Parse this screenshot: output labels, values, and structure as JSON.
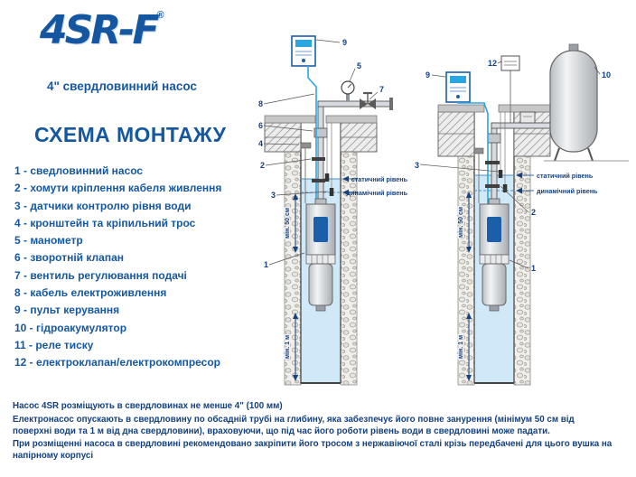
{
  "header": {
    "logo": "4SR-F",
    "logo_reg": "®",
    "subtitle": "4\" свердловинний насос",
    "title": "СХЕМА МОНТАЖУ"
  },
  "legend": [
    "1 - сведловинний насос",
    "2 - хомути кріплення кабеля живлення",
    "3 - датчики контролю рівня води",
    "4 - кронштейн та кріпильний трос",
    "5 - манометр",
    "6 - зворотній клапан",
    "7 - вентиль регулювання подачі",
    "8 - кабель електроживлення",
    "9 - пульт керування",
    "10 - гідроакумулятор",
    "11 - реле тиску",
    "12 - електроклапан/електрокомпресор"
  ],
  "diagrams": {
    "left": {
      "static_level": "статичний рівень",
      "dynamic_level": "динамічний рівень",
      "min_depth_label": "мін. 50 см",
      "min_bottom_label": "мін. 1 м",
      "callouts": {
        "c1": "1",
        "c2": "2",
        "c3": "3",
        "c4": "4",
        "c5": "5",
        "c6": "6",
        "c7": "7",
        "c8": "8",
        "c9": "9"
      }
    },
    "right": {
      "static_level": "статичний рівень",
      "dynamic_level": "динамічний рівень",
      "min_depth_label": "мін. 50 см",
      "min_bottom_label": "мін. 1 м",
      "callouts": {
        "c1": "1",
        "c2": "2",
        "c3": "3",
        "c9": "9",
        "c10": "10",
        "c12": "12"
      }
    }
  },
  "footer": [
    "Насос 4SR розміщують в свердловинах не менше 4\" (100 мм)",
    "Електронасос опускають в свердловину по обсадній трубі на глибину, яка забезпечує його повне занурення (мінімум 50 см від поверхні води та 1 м від дна свердловини), враховуючи, що під час його роботи рівень води в свердловині може падати.",
    "При розміщенні насоса в свердловині рекомендовано закріпити його тросом з нержавіючої сталі крізь передбачені для цього вушка на напірному корпусі"
  ],
  "colors": {
    "brand_blue": "#1558a0",
    "text_navy": "#14417d",
    "cable_blue": "#2aa7e0",
    "water_blue": "#cfe9f8"
  }
}
